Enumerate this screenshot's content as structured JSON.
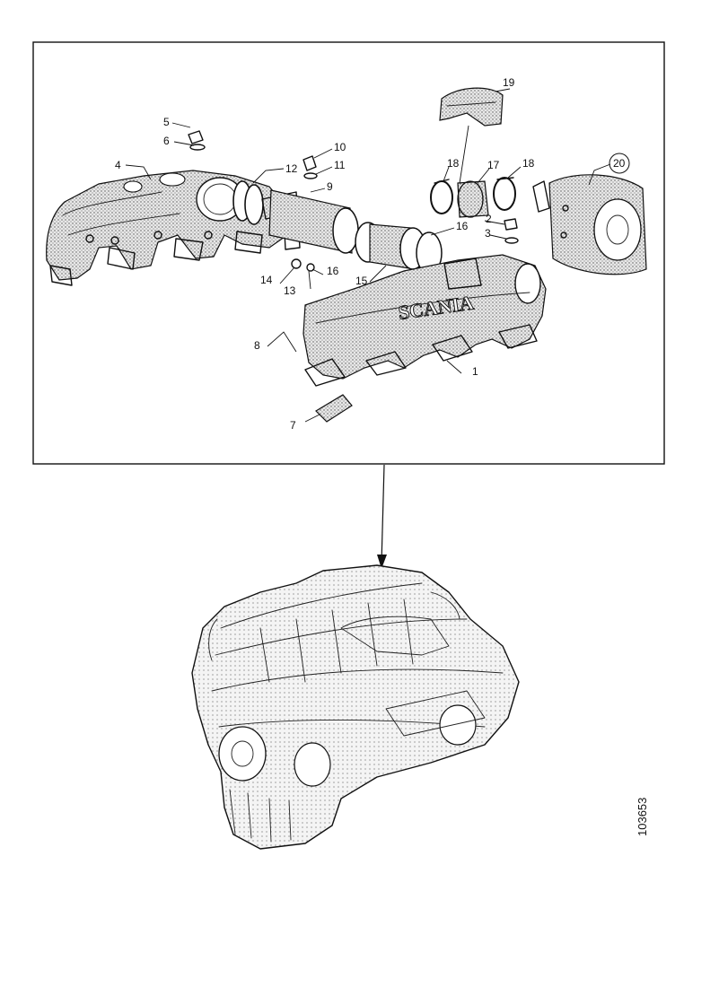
{
  "diagram": {
    "callouts": [
      "1",
      "2",
      "3",
      "4",
      "5",
      "6",
      "7",
      "8",
      "9",
      "10",
      "11",
      "12",
      "13",
      "14",
      "15",
      "16",
      "16",
      "17",
      "18",
      "18",
      "19",
      "20"
    ],
    "manifold_brand": "SCANIA",
    "document_number": "103653"
  }
}
